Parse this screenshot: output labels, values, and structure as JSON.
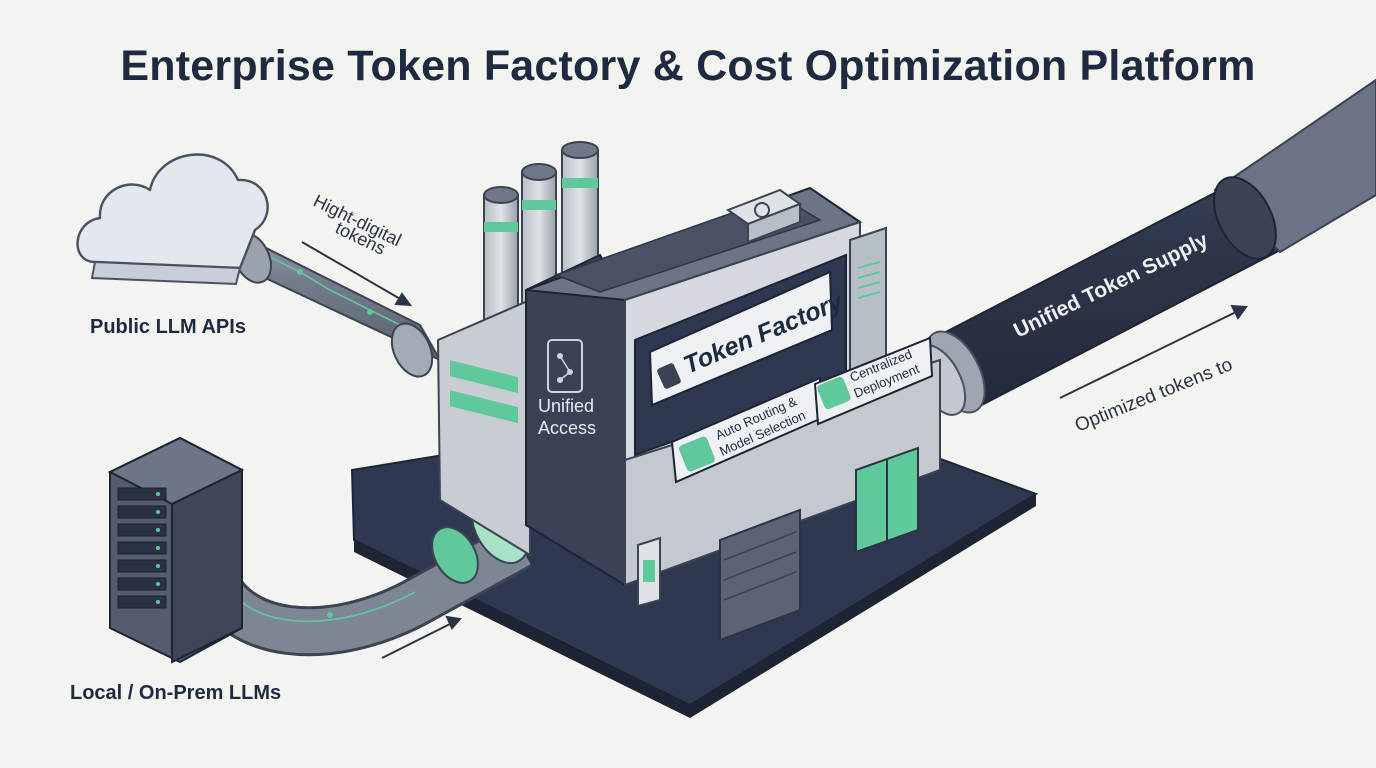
{
  "title": "Enterprise Token Factory & Cost Optimization Platform",
  "sources": {
    "public": "Public LLM APIs",
    "local": "Local / On-Prem LLMs"
  },
  "annotations": {
    "incoming_line1": "Hight-digital",
    "incoming_line2": "tokens",
    "outgoing": "Optimized tokens to"
  },
  "factory": {
    "sign": "Token Factory",
    "side_line1": "Unified",
    "side_line2": "Access",
    "feature_routing_line1": "Auto Routing &",
    "feature_routing_line2": "Model Selection",
    "feature_deploy_line1": "Centralized",
    "feature_deploy_line2": "Deployment"
  },
  "output_pipe_label": "Unified Token Supply",
  "icons": [
    "cloud-icon",
    "server-icon",
    "database-icon",
    "shuffle-icon",
    "gear-icon",
    "network-icon",
    "fan-icon"
  ],
  "colors": {
    "navy": "#2e3850",
    "accent_green": "#5fc99b",
    "steel": "#8e97a3",
    "background": "#f3f3ef",
    "text": "#1d2a40"
  }
}
